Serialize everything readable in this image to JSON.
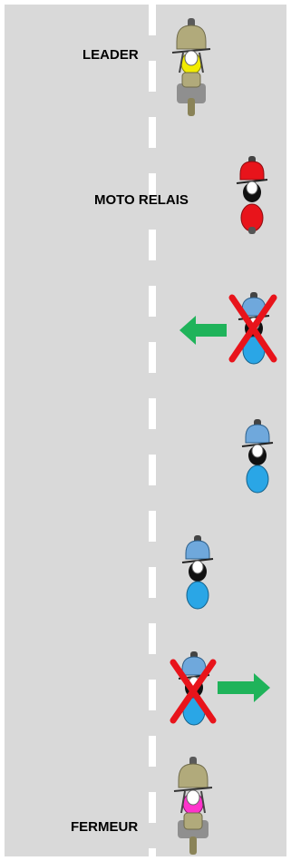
{
  "labels": {
    "leader": "LEADER",
    "relay": "MOTO RELAIS",
    "closer": "FERMEUR"
  },
  "colors": {
    "road": "#d9d9d9",
    "lane_line": "#ffffff",
    "leader_rider": "#f2ec00",
    "relay_rider": "#e8141b",
    "rider_blue": "#2aa6e6",
    "closer_rider": "#ff33cc",
    "khaki_bike": "#b1aa7b",
    "cross": "#e8141b",
    "arrow": "#1fb35a"
  },
  "icons": {
    "moto": "motorcycle-top-view-icon",
    "cross": "red-x-cross-icon",
    "arrow_left": "green-arrow-left-icon",
    "arrow_right": "green-arrow-right-icon"
  }
}
